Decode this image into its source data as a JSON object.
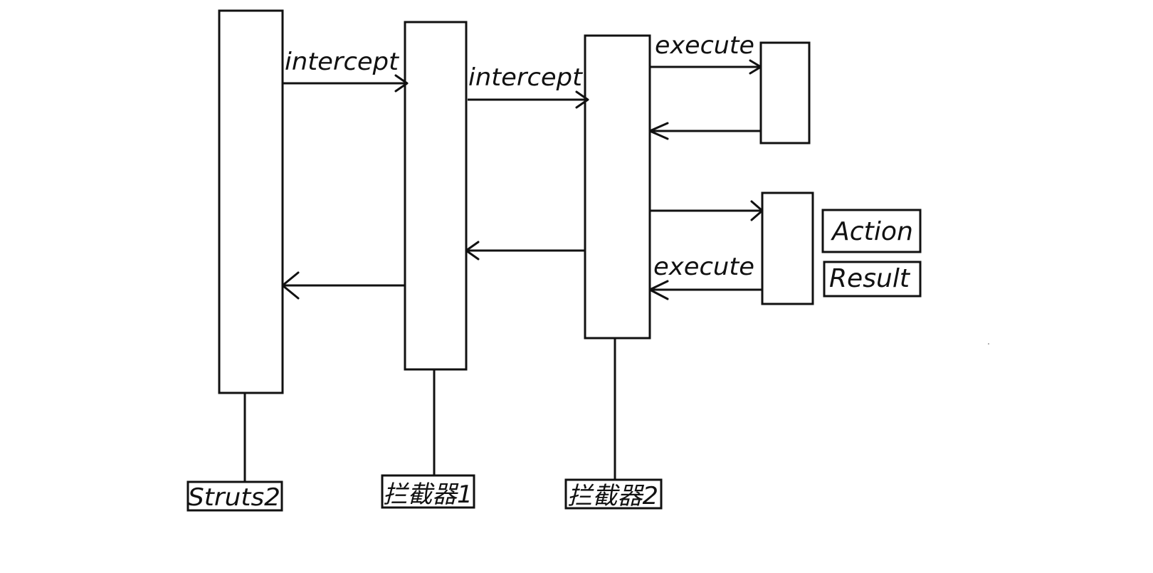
{
  "participants": [
    {
      "name": "Struts2"
    },
    {
      "name": "拦截器1"
    },
    {
      "name": "拦截器2"
    }
  ],
  "messages": {
    "intercept_1": "intercept",
    "intercept_2": "intercept",
    "execute_action": "execute",
    "execute_result": "execute"
  },
  "legend": {
    "action": "Action",
    "result": "Result"
  }
}
